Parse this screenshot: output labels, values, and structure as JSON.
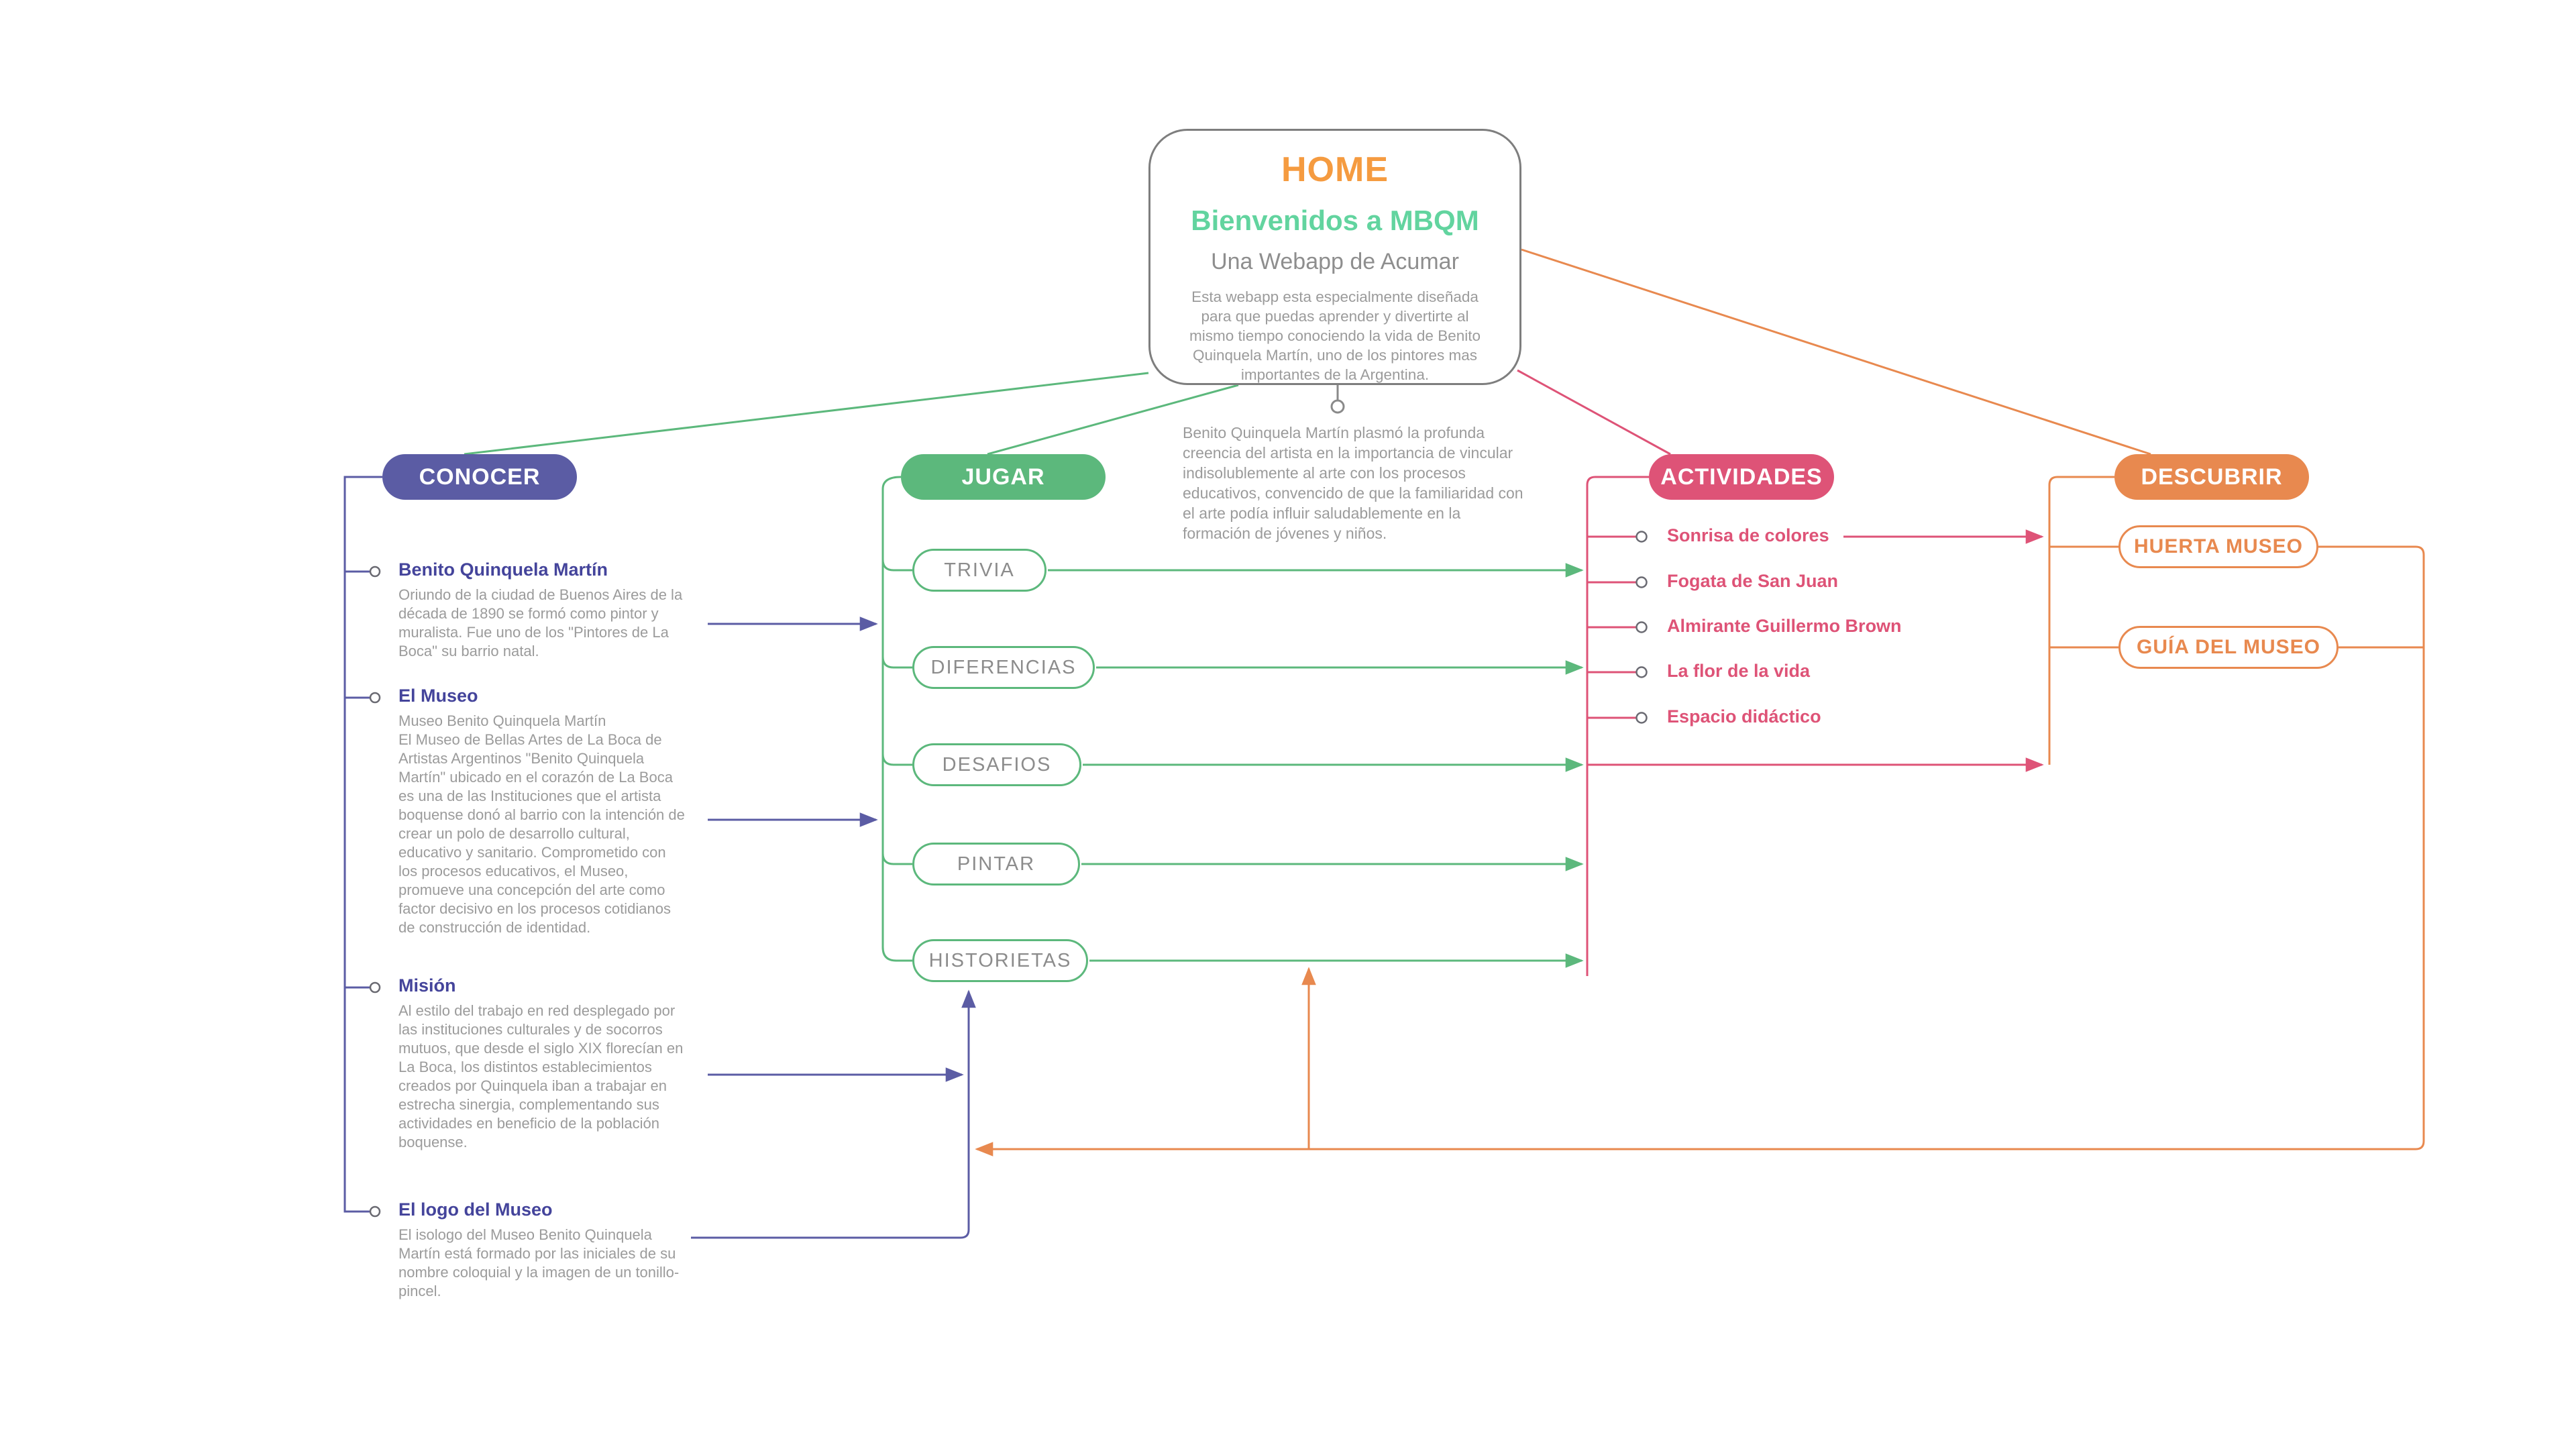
{
  "home": {
    "title": "HOME",
    "subtitle": "Bienvenidos a MBQM",
    "tagline": "Una Webapp de Acumar",
    "description": "Esta webapp esta especialmente diseñada para que puedas aprender y divertirte al mismo tiempo conociendo la vida de Benito Quinquela Martín, uno de los pintores mas importantes de la Argentina."
  },
  "note": "Benito Quinquela Martín plasmó la profunda creencia del artista en la importancia de vincular indisolublemente al arte con los procesos educativos, convencido de que la familiaridad con el arte podía influir saludablemente en la formación de jóvenes y niños.",
  "branches": {
    "conocer": {
      "label": "CONOCER",
      "color": "#5B5CA4",
      "sections": [
        {
          "title": "Benito Quinquela Martín",
          "body": "Oriundo de la ciudad de Buenos Aires de la década de 1890 se formó como pintor y muralista. Fue uno de los \"Pintores de La Boca\" su barrio natal."
        },
        {
          "title": "El Museo",
          "body": "Museo Benito Quinquela Martín\nEl Museo de Bellas Artes de La Boca de Artistas Argentinos \"Benito Quinquela Martín\" ubicado en el corazón de La Boca es una de las Instituciones que el artista boquense donó al barrio con la intención de crear un polo de desarrollo cultural, educativo y sanitario. Comprometido con los procesos educativos, el Museo, promueve una concepción del arte como factor decisivo en los procesos cotidianos de construcción de identidad."
        },
        {
          "title": "Misión",
          "body": "Al estilo del trabajo en red desplegado por las instituciones culturales y de socorros mutuos, que desde el siglo XIX florecían en La Boca, los distintos establecimientos creados por Quinquela iban a trabajar en estrecha sinergia, complementando sus actividades en beneficio de la población boquense."
        },
        {
          "title": "El logo del Museo",
          "body": "El isologo del Museo Benito Quinquela Martín está formado por las iniciales de su nombre coloquial y la imagen de un tonillo-pincel."
        }
      ]
    },
    "jugar": {
      "label": "JUGAR",
      "color": "#5CB87C",
      "buttons": [
        "TRIVIA",
        "DIFERENCIAS",
        "DESAFIOS",
        "PINTAR",
        "HISTORIETAS"
      ]
    },
    "actividades": {
      "label": "ACTIVIDADES",
      "color": "#DE5377",
      "items": [
        "Sonrisa de colores",
        "Fogata de San Juan",
        "Almirante Guillermo Brown",
        "La flor de la vida",
        "Espacio didáctico"
      ]
    },
    "descubrir": {
      "label": "DESCUBRIR",
      "color": "#E8894F",
      "buttons": [
        "HUERTA MUSEO",
        "GUÍA DEL MUSEO"
      ]
    }
  }
}
